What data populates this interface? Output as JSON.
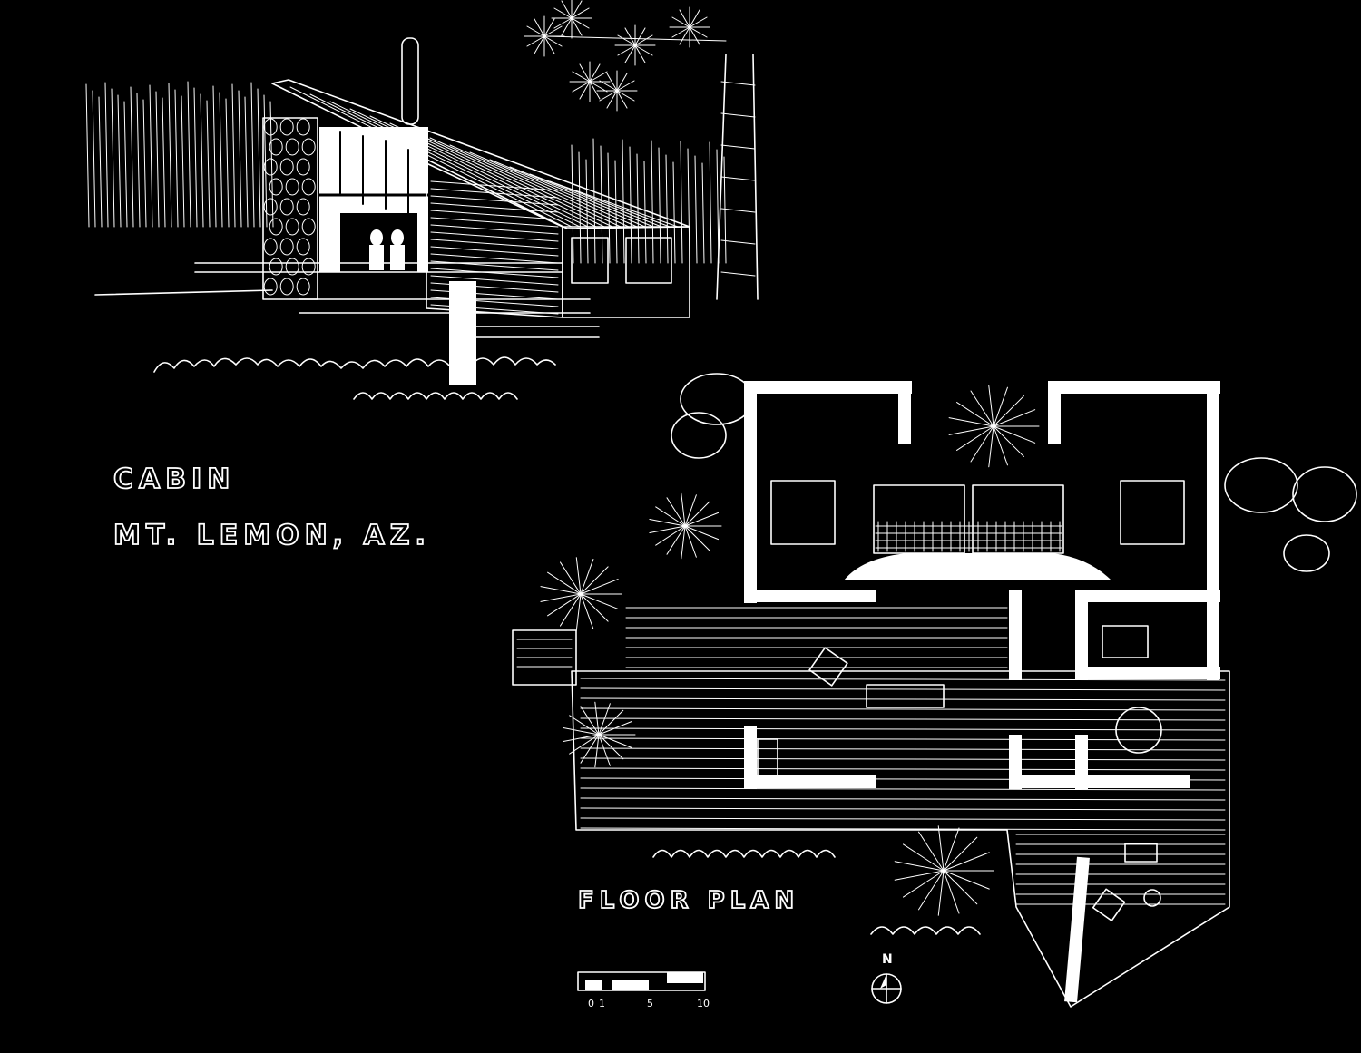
{
  "title": {
    "line1": "CABIN",
    "line2": "MT. LEMON, AZ."
  },
  "plan_label": "FLOOR PLAN",
  "north_label": "N",
  "scale_bar": {
    "ticks": [
      "0",
      "1",
      "5",
      "10"
    ]
  },
  "colors": {
    "background": "#000000",
    "ink": "#ffffff",
    "accent": "#2fb7c8"
  }
}
